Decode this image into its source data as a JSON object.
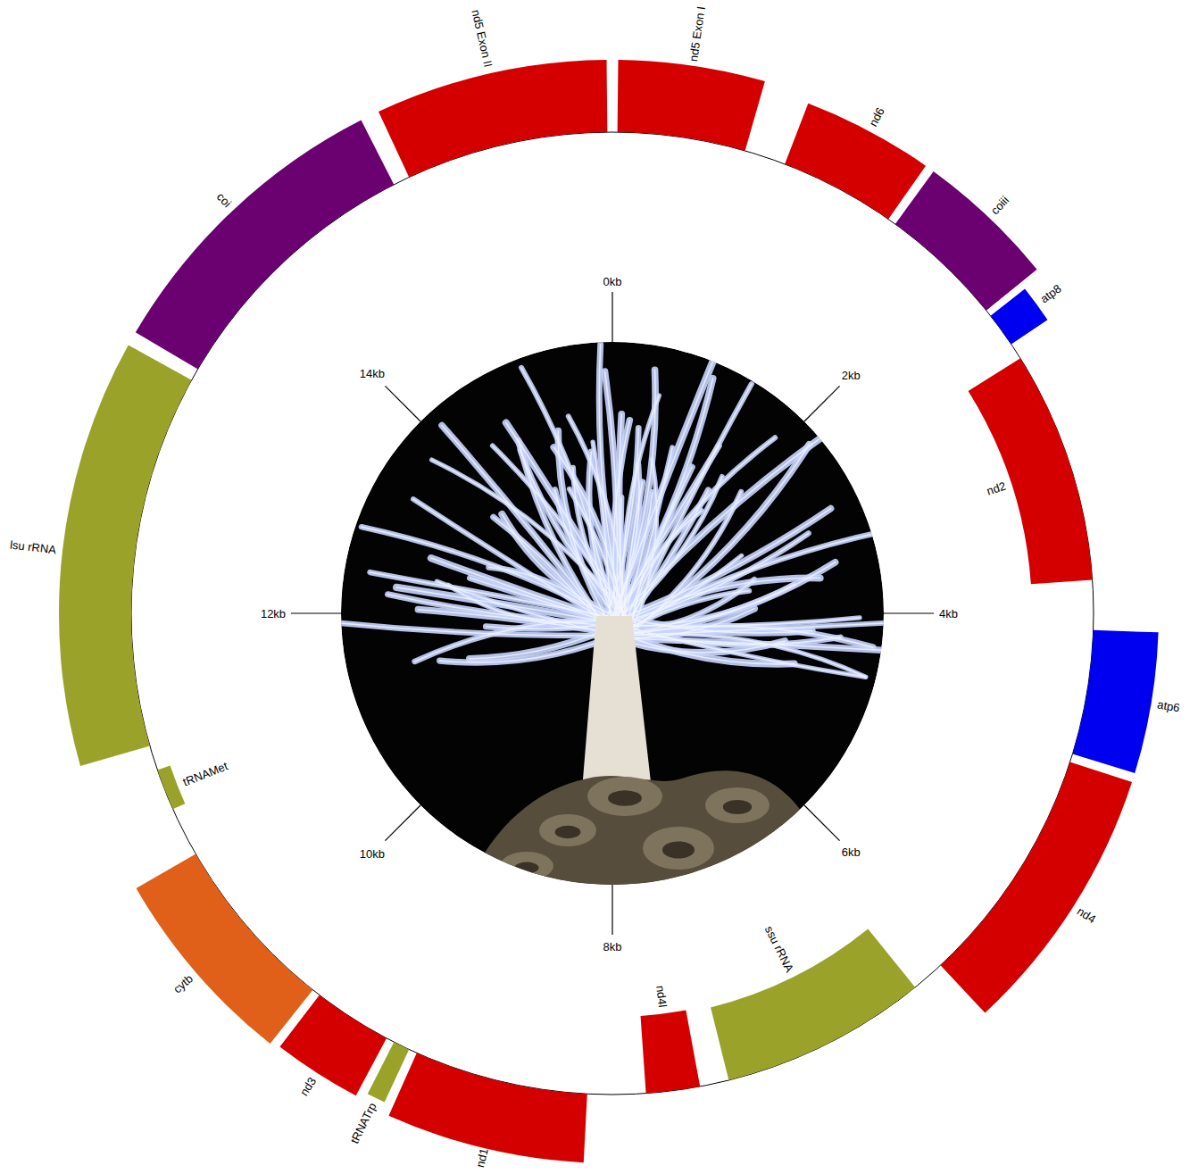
{
  "diagram": {
    "labels": [
      "nd5 Exon I",
      "nd6",
      "coiii",
      "atp8",
      "nd2",
      "atp6",
      "nd4",
      "ssu rRNA",
      "nd4l",
      "nd1",
      "tRNATrp",
      "nd3",
      "cytb",
      "tRNAMet",
      "lsu rRNA",
      "coi",
      "nd5 Exon II",
      "0kb",
      "2kb",
      "4kb",
      "6kb",
      "8kb",
      "10kb",
      "12kb",
      "14kb"
    ]
  }
}
